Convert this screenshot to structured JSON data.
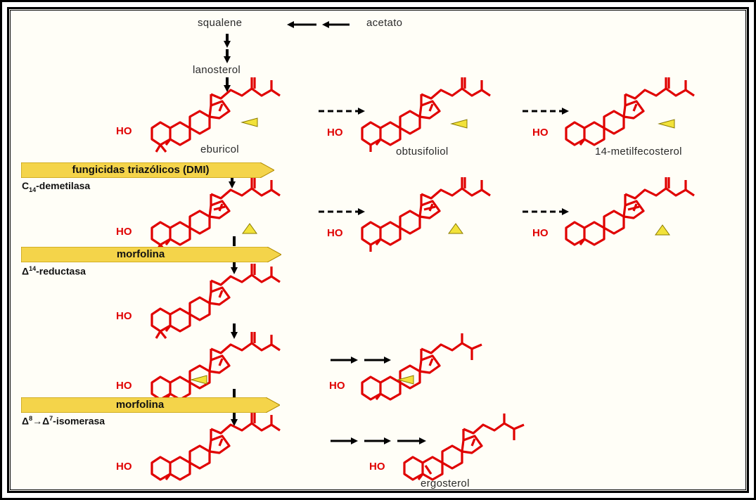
{
  "colors": {
    "molecule": "#e00000",
    "arrow": "#000000",
    "banner_fill": "#f4d44a",
    "marker_fill": "#f2e23a",
    "text": "#2b2b2b"
  },
  "nodes": {
    "squalene": "squalene",
    "acetato": "acetato",
    "lanosterol": "lanosterol",
    "eburicol": "eburicol",
    "obtusifoliol": "obtusifoliol",
    "metilfecosterol": "14-metilfecosterol",
    "ergosterol": "ergosterol"
  },
  "hydroxyl_label": "HO",
  "inhibitors": [
    {
      "label": "fungicidas triazólicos (DMI)"
    },
    {
      "label": "morfolina"
    },
    {
      "label": "morfolina"
    }
  ],
  "enzymes": {
    "demethylase_prefix": "C",
    "demethylase_sub": "14",
    "demethylase_suffix": "-demetilasa",
    "reductase_prefix": "Δ",
    "reductase_sup": "14",
    "reductase_suffix": "-reductasa",
    "isomerase_a": "Δ",
    "isomerase_a_sup": "8",
    "isomerase_arrow": "→",
    "isomerase_b": "Δ",
    "isomerase_b_sup": "7",
    "isomerase_suffix": "-isomerasa"
  },
  "icons": {
    "pathway_arrow": "arrow-icon",
    "dashed_arrow": "dashed-arrow-icon",
    "marker": "triangle-marker-icon"
  }
}
